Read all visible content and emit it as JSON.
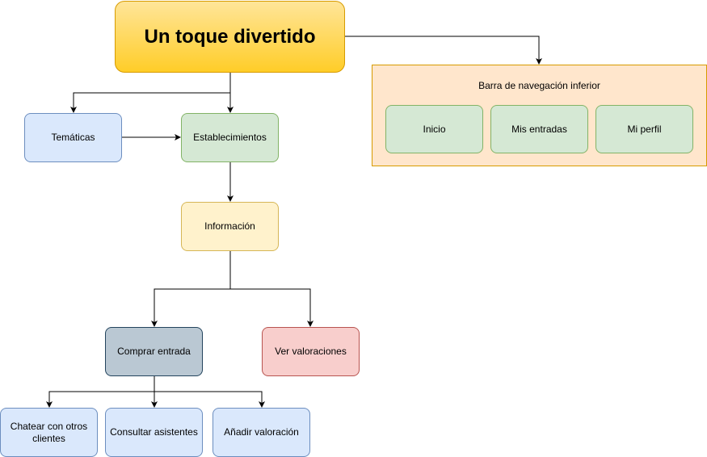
{
  "diagram": {
    "root": {
      "label": "Un toque divertido"
    },
    "tematicas": {
      "label": "Temáticas"
    },
    "establecimientos": {
      "label": "Establecimientos"
    },
    "informacion": {
      "label": "Información"
    },
    "comprar_entrada": {
      "label": "Comprar entrada"
    },
    "ver_valoraciones": {
      "label": "Ver valoraciones"
    },
    "chatear": {
      "label": "Chatear con otros clientes"
    },
    "consultar_asistentes": {
      "label": "Consultar asistentes"
    },
    "anadir_valoracion": {
      "label": "Añadir valoración"
    },
    "nav_bar": {
      "title": "Barra de navegación inferior",
      "items": [
        {
          "label": "Inicio"
        },
        {
          "label": "Mis entradas"
        },
        {
          "label": "Mi perfil"
        }
      ]
    }
  },
  "colors": {
    "root_fill_top": "#ffe599",
    "root_fill_bottom": "#ffcd28",
    "root_stroke": "#d79b00",
    "blue_fill": "#dae8fc",
    "blue_stroke": "#6c8ebf",
    "green_fill": "#d5e8d4",
    "green_stroke": "#82b366",
    "yellow_fill": "#fff2cc",
    "yellow_stroke": "#d6b656",
    "grey_fill": "#bac8d3",
    "grey_stroke": "#23445d",
    "red_fill": "#f8cecc",
    "red_stroke": "#b85450",
    "nav_fill": "#ffe6cc",
    "nav_stroke": "#d79b00",
    "edge": "#000000"
  }
}
